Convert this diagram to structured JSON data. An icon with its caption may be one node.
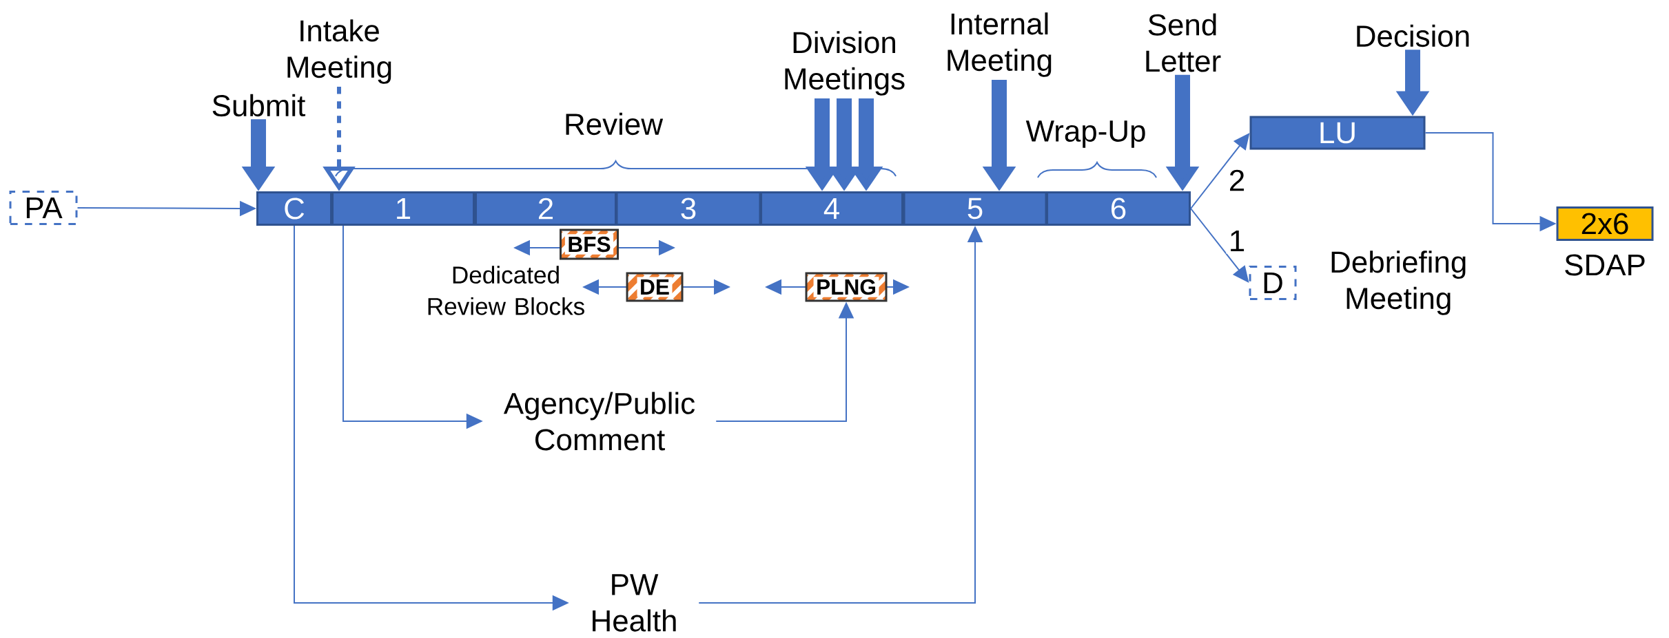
{
  "diagram": {
    "nodes": [
      {
        "text": [
          "PA"
        ]
      },
      {
        "text": [
          "C"
        ]
      },
      {
        "text": [
          "1"
        ]
      },
      {
        "text": [
          "2"
        ]
      },
      {
        "text": [
          "3"
        ]
      },
      {
        "text": [
          "4"
        ]
      },
      {
        "text": [
          "5"
        ]
      },
      {
        "text": [
          "6"
        ]
      },
      {
        "text": [
          "LU"
        ]
      },
      {
        "text": [
          "D"
        ],
        "beside": [
          "Debriefing Meeting"
        ]
      },
      {
        "text": [
          "2x6"
        ],
        "beside": [
          "SDAP"
        ]
      },
      {
        "text": [
          "BFS"
        ]
      },
      {
        "text": [
          "DE"
        ]
      },
      {
        "text": [
          "PLNG"
        ]
      },
      {
        "text": [
          "Agency/Public Comment"
        ]
      },
      {
        "text": [
          "PW Health"
        ]
      },
      {
        "text": [
          "Submit"
        ]
      },
      {
        "text": [
          "Intake Meeting"
        ]
      },
      {
        "text": [
          "Division Meetings"
        ]
      },
      {
        "text": [
          "Internal Meeting"
        ]
      },
      {
        "text": [
          "Send Letter"
        ]
      },
      {
        "text": [
          "Decision"
        ]
      }
    ],
    "edges": [
      {
        "from": 0,
        "to": 1,
        "arrow": "to"
      },
      {
        "from": 16,
        "to": 1,
        "arrow": "to",
        "style": "thick"
      },
      {
        "from": 17,
        "to": 2,
        "arrow": "to",
        "style": "dashed"
      },
      {
        "from": 18,
        "to": 5,
        "arrow": "to",
        "style": "thick"
      },
      {
        "from": 18,
        "to": 5,
        "arrow": "to",
        "style": "thick"
      },
      {
        "from": 18,
        "to": 5,
        "arrow": "to",
        "style": "thick"
      },
      {
        "from": 19,
        "to": 6,
        "arrow": "to",
        "style": "thick"
      },
      {
        "from": 20,
        "to": 7,
        "arrow": "to",
        "style": "thick"
      },
      {
        "from": 21,
        "to": 8,
        "arrow": "to",
        "style": "thick"
      },
      {
        "from": 1,
        "to": 15,
        "arrow": "to"
      },
      {
        "from": 15,
        "to": 6,
        "arrow": "to"
      },
      {
        "from": 2,
        "to": 14,
        "arrow": "to"
      },
      {
        "from": 14,
        "to": 13,
        "arrow": "to"
      },
      {
        "from": 7,
        "to": 8,
        "arrow": "to",
        "label": "2"
      },
      {
        "from": 7,
        "to": 9,
        "arrow": "to",
        "label": "1"
      },
      {
        "from": 8,
        "to": 10,
        "arrow": "to"
      }
    ],
    "labels": [
      "Review",
      "Wrap-Up",
      "Dedicated Review Blocks"
    ]
  }
}
